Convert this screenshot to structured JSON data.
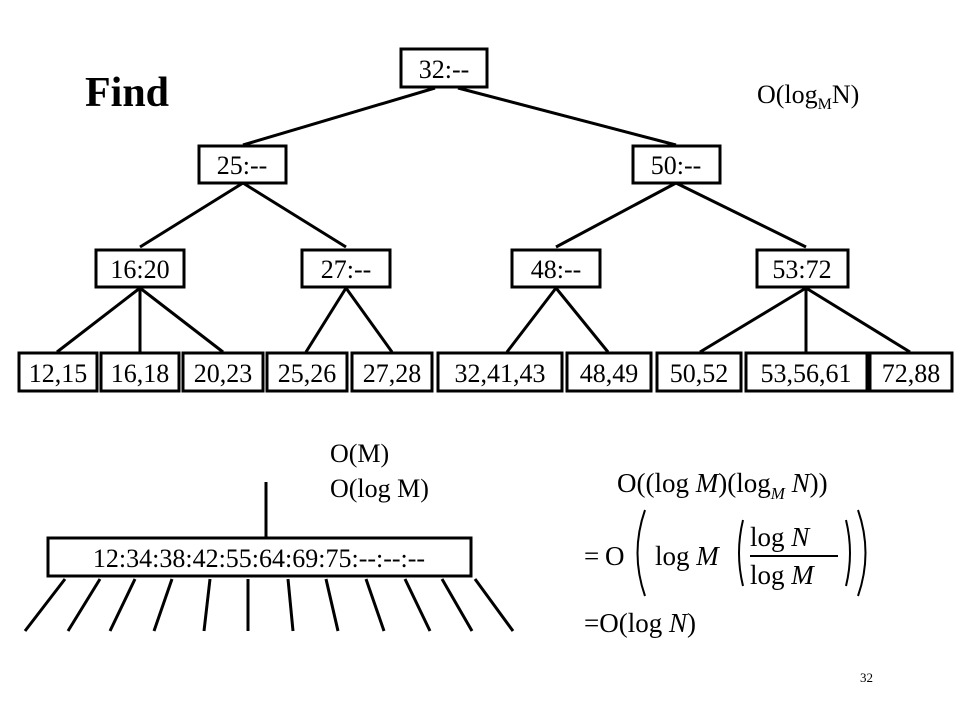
{
  "slide": {
    "title": "Find",
    "complexity_label": {
      "prefix": "O(log",
      "sub": "M",
      "suffix": "N)"
    },
    "page_number": "32"
  },
  "tree": {
    "root": "32:--",
    "level1": [
      "25:--",
      "50:--"
    ],
    "level2": [
      "16:20",
      "27:--",
      "48:--",
      "53:72"
    ],
    "leaves": [
      "12,15",
      "16,18",
      "20,23",
      "25,26",
      "27,28",
      "32,41,43",
      "48,49",
      "50,52",
      "53,56,61",
      "72,88"
    ]
  },
  "node_detail": {
    "complexity_linear": "O(M)",
    "complexity_log": "O(log M)",
    "node_keys": "12:34:38:42:55:64:69:75:--:--:--"
  },
  "derivation": {
    "line1": {
      "a": "O((log",
      "M1": "M",
      "b": ")(log",
      "sub": "M",
      "N": "N",
      "c": "))"
    },
    "line2": {
      "eq": "=",
      "o": "O",
      "log": "log",
      "M": "M",
      "num_log": "log",
      "num_N": "N",
      "den_log": "log",
      "den_M": "M"
    },
    "line3": {
      "eq": "=",
      "a": "O(log",
      "N": "N",
      "b": ")"
    }
  }
}
